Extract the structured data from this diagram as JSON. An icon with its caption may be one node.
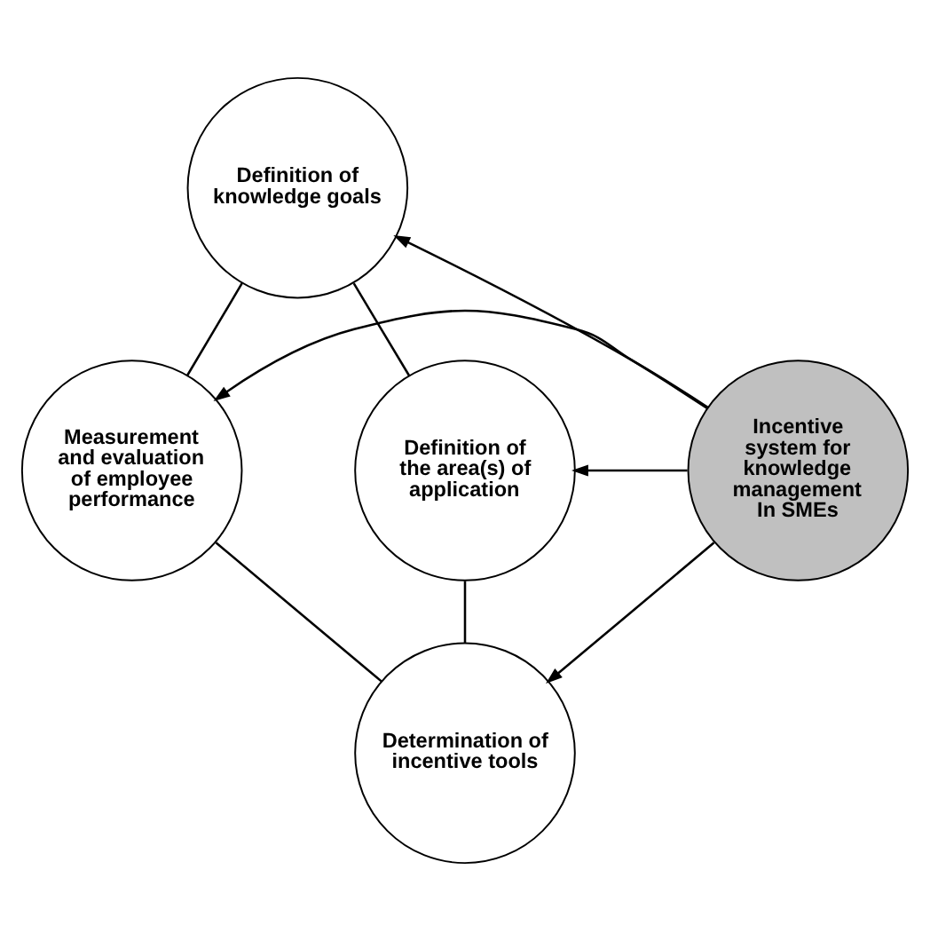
{
  "diagram": {
    "nodes": [
      {
        "text": [
          "Definition of knowledge goals"
        ]
      },
      {
        "text": [
          "Measurement and evaluation of employee performance"
        ]
      },
      {
        "text": [
          "Incentive system for knowledge management In SMEs"
        ]
      },
      {
        "text": [
          "Definition of the area(s) of application"
        ]
      },
      {
        "text": [
          "Determination of incentive tools"
        ]
      }
    ],
    "edges": [
      {
        "from": 2,
        "to": 0,
        "arrow": "to"
      },
      {
        "from": 2,
        "to": 1,
        "arrow": "to"
      },
      {
        "from": 2,
        "to": 3,
        "arrow": "to"
      },
      {
        "from": 2,
        "to": 4,
        "arrow": "to"
      },
      {
        "from": 0,
        "to": 1,
        "arrow": "none"
      },
      {
        "from": 0,
        "to": 3,
        "arrow": "none"
      },
      {
        "from": 1,
        "to": 4,
        "arrow": "none"
      },
      {
        "from": 3,
        "to": 4,
        "arrow": "none"
      }
    ]
  }
}
